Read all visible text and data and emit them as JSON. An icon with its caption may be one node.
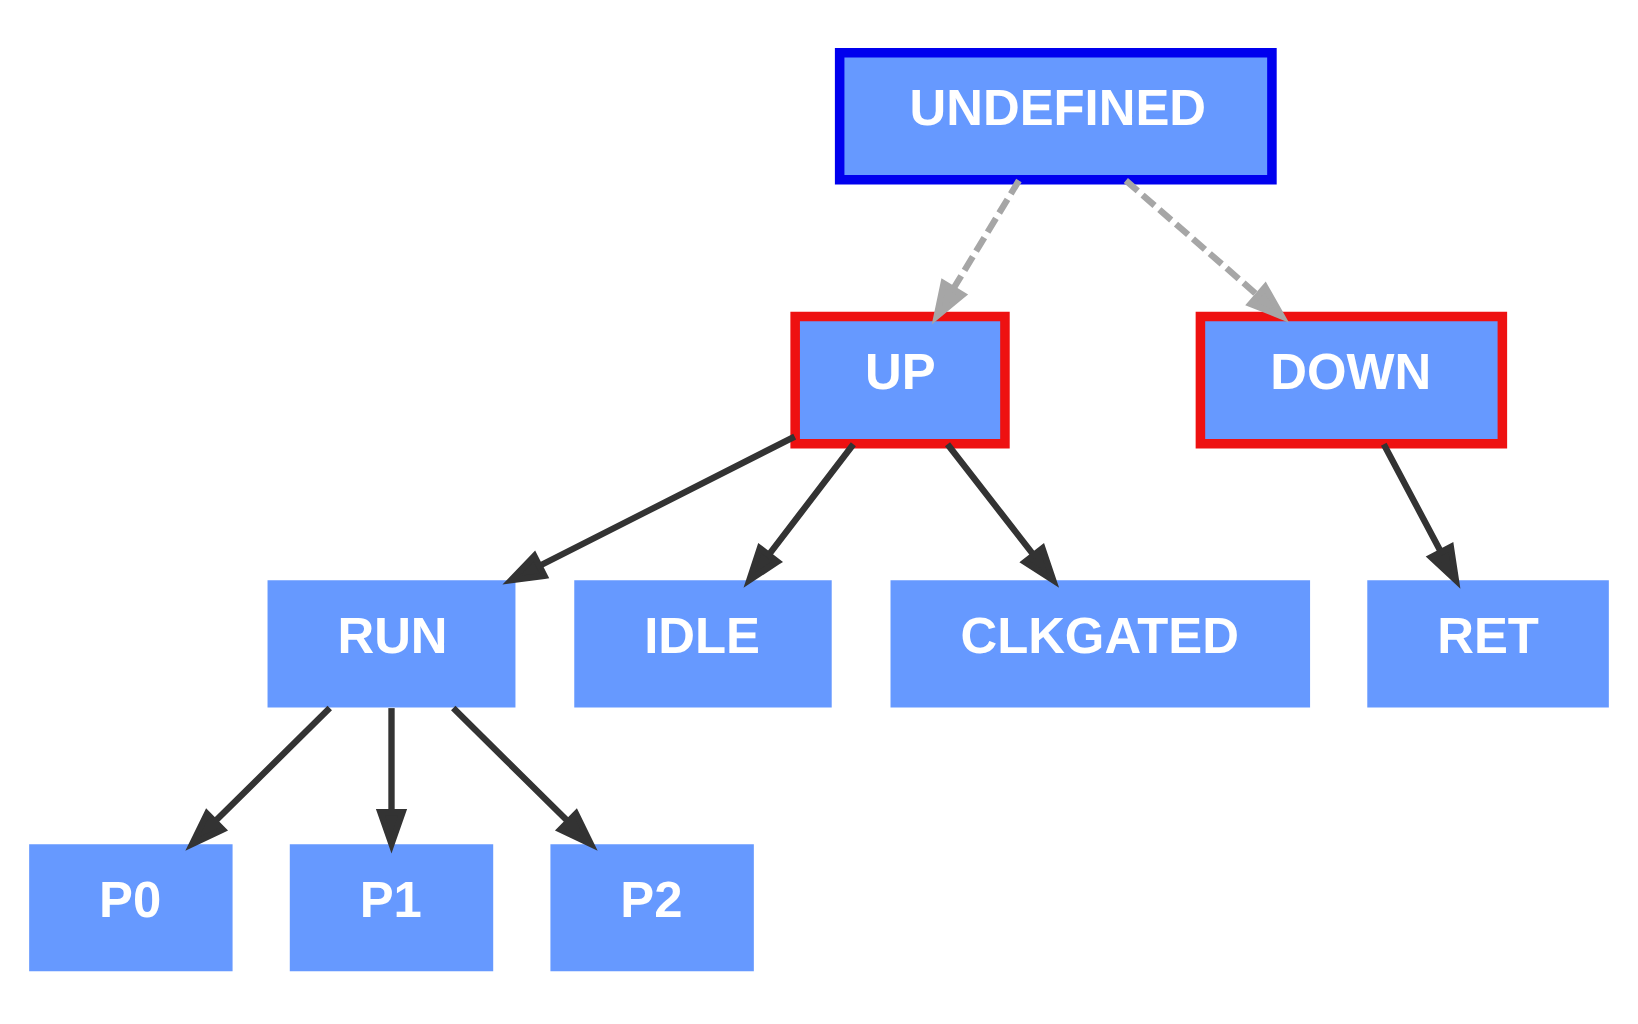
{
  "diagram": {
    "nodes": [
      {
        "text": [
          "UNDEFINED"
        ]
      },
      {
        "text": [
          "UP"
        ]
      },
      {
        "text": [
          "DOWN"
        ]
      },
      {
        "text": [
          "RUN"
        ]
      },
      {
        "text": [
          "IDLE"
        ]
      },
      {
        "text": [
          "CLKGATED"
        ]
      },
      {
        "text": [
          "RET"
        ]
      },
      {
        "text": [
          "P0"
        ]
      },
      {
        "text": [
          "P1"
        ]
      },
      {
        "text": [
          "P2"
        ]
      }
    ],
    "edges": [
      {
        "from": 0,
        "to": 1,
        "arrow": "to",
        "style": "dashed",
        "color": "#a6a6a6"
      },
      {
        "from": 0,
        "to": 2,
        "arrow": "to",
        "style": "dashed",
        "color": "#a6a6a6"
      },
      {
        "from": 1,
        "to": 3,
        "arrow": "to"
      },
      {
        "from": 1,
        "to": 4,
        "arrow": "to"
      },
      {
        "from": 1,
        "to": 5,
        "arrow": "to"
      },
      {
        "from": 2,
        "to": 6,
        "arrow": "to"
      },
      {
        "from": 3,
        "to": 7,
        "arrow": "to"
      },
      {
        "from": 3,
        "to": 8,
        "arrow": "to"
      },
      {
        "from": 3,
        "to": 9,
        "arrow": "to"
      }
    ]
  }
}
